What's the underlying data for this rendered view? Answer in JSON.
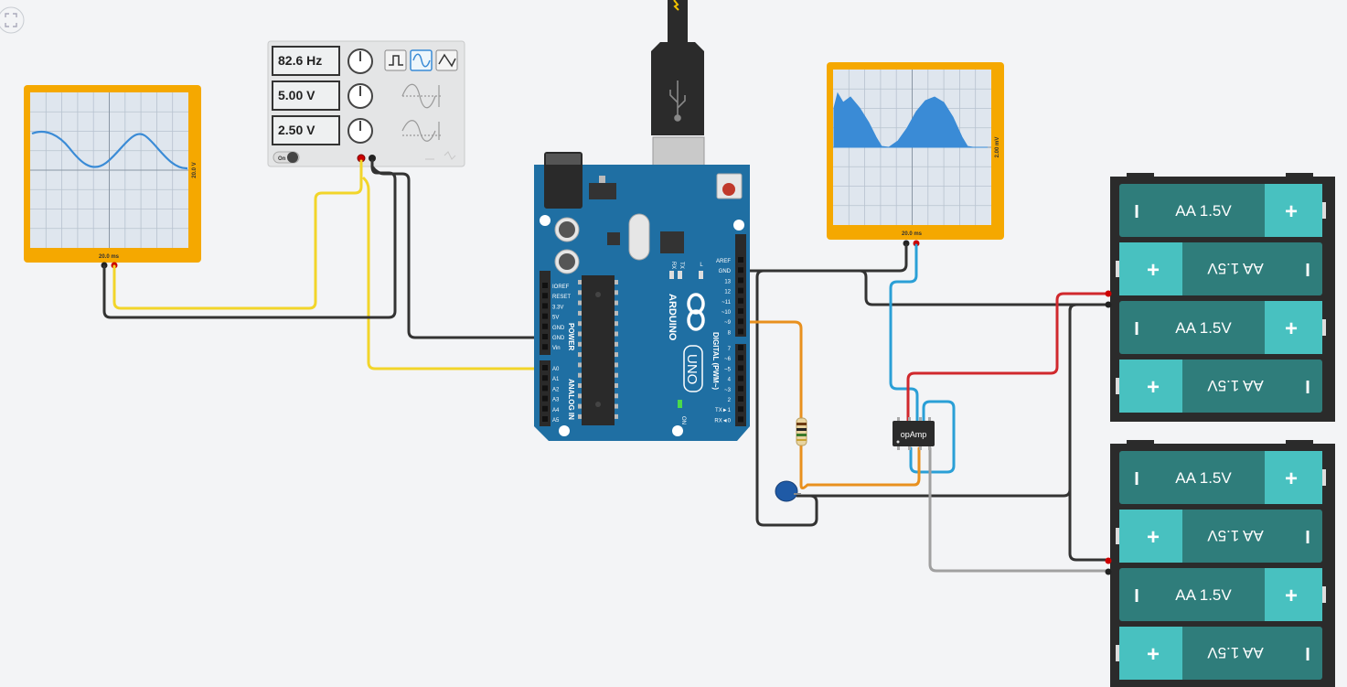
{
  "toolbar": {
    "fit_icon": "fullscreen-icon"
  },
  "scope_left": {
    "time_label": "20.0 ms",
    "volt_label": "20.0 V"
  },
  "scope_right": {
    "time_label": "20.0 ms",
    "volt_label": "2.00 mV"
  },
  "function_generator": {
    "frequency": "82.6 Hz",
    "amplitude": "5.00 V",
    "offset": "2.50 V",
    "power_label": "On",
    "selected_waveform": "sine",
    "waveforms": [
      "square-wave-icon",
      "sine-wave-icon",
      "triangle-wave-icon"
    ]
  },
  "arduino": {
    "brand": "ARDUINO",
    "model": "UNO",
    "digital_label": "DIGITAL (PWM~)",
    "analog_label": "ANALOG IN",
    "power_label": "POWER",
    "on_label": "ON",
    "power_pins": [
      "IOREF",
      "RESET",
      "3.3V",
      "5V",
      "GND",
      "GND",
      "Vin"
    ],
    "analog_pins": [
      "A0",
      "A1",
      "A2",
      "A3",
      "A4",
      "A5"
    ],
    "digital_pins_top": [
      "AREF",
      "GND",
      "13",
      "12",
      "~11",
      "~10",
      "~9",
      "8"
    ],
    "digital_pins_bottom": [
      "7",
      "~6",
      "~5",
      "4",
      "~3",
      "2",
      "TX►1",
      "RX◄0"
    ],
    "led_labels": [
      "L",
      "TX",
      "RX"
    ]
  },
  "opamp": {
    "label": "opAmp"
  },
  "battery_label": "AA 1.5V",
  "colors": {
    "scope_frame": "#f5a800",
    "board": "#1f6fa3",
    "battery": "#2f7d7b",
    "battery_cap": "#48c1c0",
    "wire_yellow": "#f2d52a",
    "wire_black": "#333333",
    "wire_blue": "#2a9fd6",
    "wire_red": "#d0282d",
    "wire_orange": "#e8901e",
    "wire_gray": "#a0a0a0",
    "trace": "#3a8bd6"
  }
}
